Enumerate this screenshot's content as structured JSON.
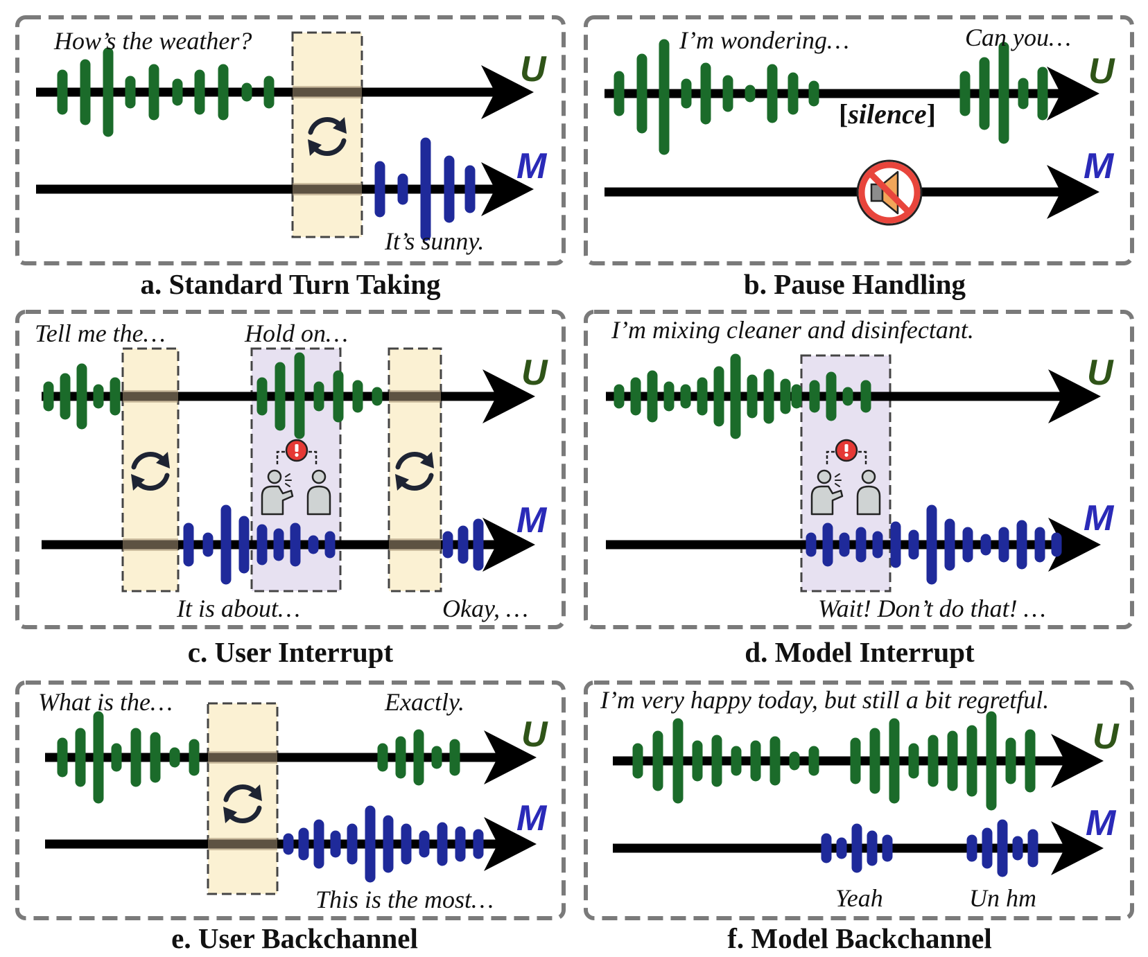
{
  "colors": {
    "user_wave": "#1b6b2a",
    "model_wave": "#1f2a9a",
    "user_label": "#2f5418",
    "model_label": "#2a2ab8",
    "turn_box_fill": "#fbf1d3",
    "interrupt_box_fill": "#e7e1f1",
    "timeline": "#000000",
    "panel_border": "#7a7a7a",
    "alert_red": "#e53935",
    "mute_red": "#e8453c",
    "speaker_orange": "#f2a65a"
  },
  "speakers": {
    "user": "U",
    "model": "M"
  },
  "panels": [
    {
      "id": "a",
      "caption": "a. Standard Turn Taking",
      "texts": {
        "user_quote": "How’s the weather?",
        "model_quote": "It’s sunny."
      },
      "icons": [
        "swap-icon"
      ]
    },
    {
      "id": "b",
      "caption": "b. Pause Handling",
      "texts": {
        "user_quote_1": "I’m wondering…",
        "user_quote_2": "Can you…",
        "silence_open": "[",
        "silence_word": "silence",
        "silence_close": "]"
      },
      "icons": [
        "mute-icon"
      ]
    },
    {
      "id": "c",
      "caption": "c. User Interrupt",
      "texts": {
        "user_quote_1": "Tell me the…",
        "user_quote_2": "Hold on…",
        "model_quote_1": "It is about…",
        "model_quote_2": "Okay,  …"
      },
      "icons": [
        "swap-icon",
        "interrupt-icon",
        "swap-icon"
      ]
    },
    {
      "id": "d",
      "caption": "d. Model Interrupt",
      "texts": {
        "user_quote": "I’m mixing cleaner and disinfectant.",
        "model_quote": "Wait! Don’t do that!  …"
      },
      "icons": [
        "interrupt-icon"
      ]
    },
    {
      "id": "e",
      "caption": "e. User Backchannel",
      "texts": {
        "user_quote_1": "What is the…",
        "user_quote_2": "Exactly.",
        "model_quote": "This is the most…"
      },
      "icons": [
        "swap-icon"
      ]
    },
    {
      "id": "f",
      "caption": "f. Model Backchannel",
      "texts": {
        "user_quote": "I’m very happy today, but still a bit regretful.",
        "model_quote_1": "Yeah",
        "model_quote_2": "Un hm"
      },
      "icons": []
    }
  ]
}
